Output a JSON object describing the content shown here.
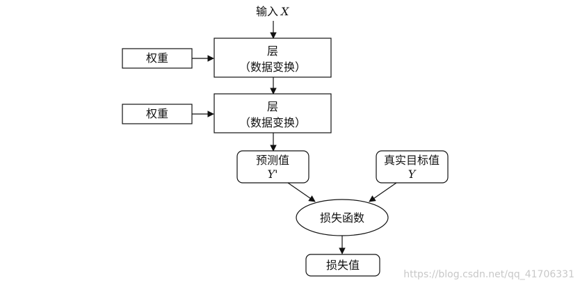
{
  "nodes": {
    "input_label_prefix": "输入",
    "input_label_var": "X",
    "weights_1": "权重",
    "weights_2": "权重",
    "layer_1": {
      "line1": "层",
      "line2": "（数据变换）"
    },
    "layer_2": {
      "line1": "层",
      "line2": "（数据变换）"
    },
    "prediction": {
      "line1": "预测值",
      "line2": "Y'"
    },
    "ground_truth": {
      "line1": "真实目标值",
      "line2": "Y"
    },
    "loss_function": "损失函数",
    "loss_value": "损失值"
  },
  "watermark": "https://blog.csdn.net/qq_41706331",
  "colors": {
    "stroke": "#111111",
    "background": "#ffffff",
    "watermark": "#c8c8c8"
  }
}
